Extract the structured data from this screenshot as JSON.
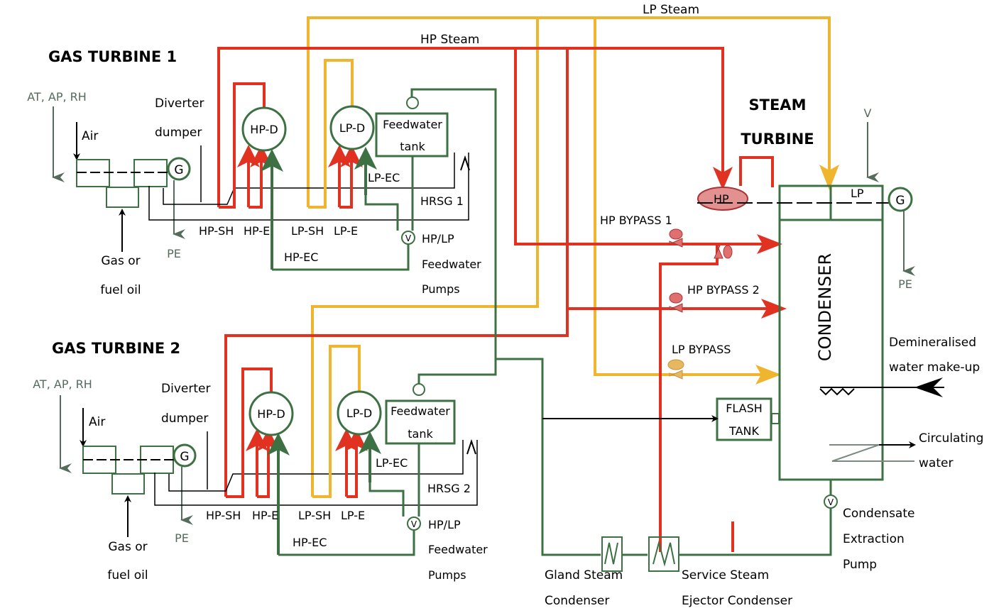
{
  "colors": {
    "hp_steam": "#e03121",
    "lp_steam": "#f0b52e",
    "water": "#3d7043",
    "signal": "#556b5c",
    "black": "#000000"
  },
  "gt1": {
    "title": "GAS TURBINE 1",
    "ambient": "AT, AP, RH",
    "air": "Air",
    "diverter": "Diverter",
    "dumper": "dumper",
    "gen": "G",
    "pe": "PE",
    "fuel_1": "Gas or",
    "fuel_2": "fuel oil",
    "hp_d": "HP-D",
    "lp_d": "LP-D",
    "fw_tank_1": "Feedwater",
    "fw_tank_2": "tank",
    "lp_ec": "LP-EC",
    "hrsg": "HRSG 1",
    "hp_sh": "HP-SH",
    "hp_e": "HP-E",
    "lp_sh": "LP-SH",
    "lp_e": "LP-E",
    "hp_ec": "HP-EC",
    "pump_v": "V",
    "pumps_1": "HP/LP",
    "pumps_2": "Feedwater",
    "pumps_3": "Pumps"
  },
  "gt2": {
    "title": "GAS TURBINE 2",
    "ambient": "AT, AP, RH",
    "air": "Air",
    "diverter": "Diverter",
    "dumper": "dumper",
    "gen": "G",
    "pe": "PE",
    "fuel_1": "Gas or",
    "fuel_2": "fuel oil",
    "hp_d": "HP-D",
    "lp_d": "LP-D",
    "fw_tank_1": "Feedwater",
    "fw_tank_2": "tank",
    "lp_ec": "LP-EC",
    "hrsg": "HRSG 2",
    "hp_sh": "HP-SH",
    "hp_e": "HP-E",
    "lp_sh": "LP-SH",
    "lp_e": "LP-E",
    "hp_ec": "HP-EC",
    "pump_v": "V",
    "pumps_1": "HP/LP",
    "pumps_2": "Feedwater",
    "pumps_3": "Pumps"
  },
  "steam": {
    "lp_steam": "LP Steam",
    "hp_steam": "HP Steam",
    "st_title_1": "STEAM",
    "st_title_2": "TURBINE",
    "hp": "HP",
    "lp": "LP",
    "v": "V",
    "gen": "G",
    "pe": "PE",
    "hp_bypass_1": "HP BYPASS 1",
    "hp_bypass_2": "HP BYPASS 2",
    "lp_bypass": "LP BYPASS",
    "condenser": "CONDENSER",
    "demin_1": "Demineralised",
    "demin_2": "water make-up",
    "flash_1": "FLASH",
    "flash_2": "TANK",
    "circ_1": "Circulating",
    "circ_2": "water",
    "cep_v": "V",
    "cep_1": "Condensate",
    "cep_2": "Extraction",
    "cep_3": "Pump",
    "gsc_1": "Gland Steam",
    "gsc_2": "Condenser",
    "sse_1": "Service Steam",
    "sse_2": "Ejector Condenser"
  }
}
